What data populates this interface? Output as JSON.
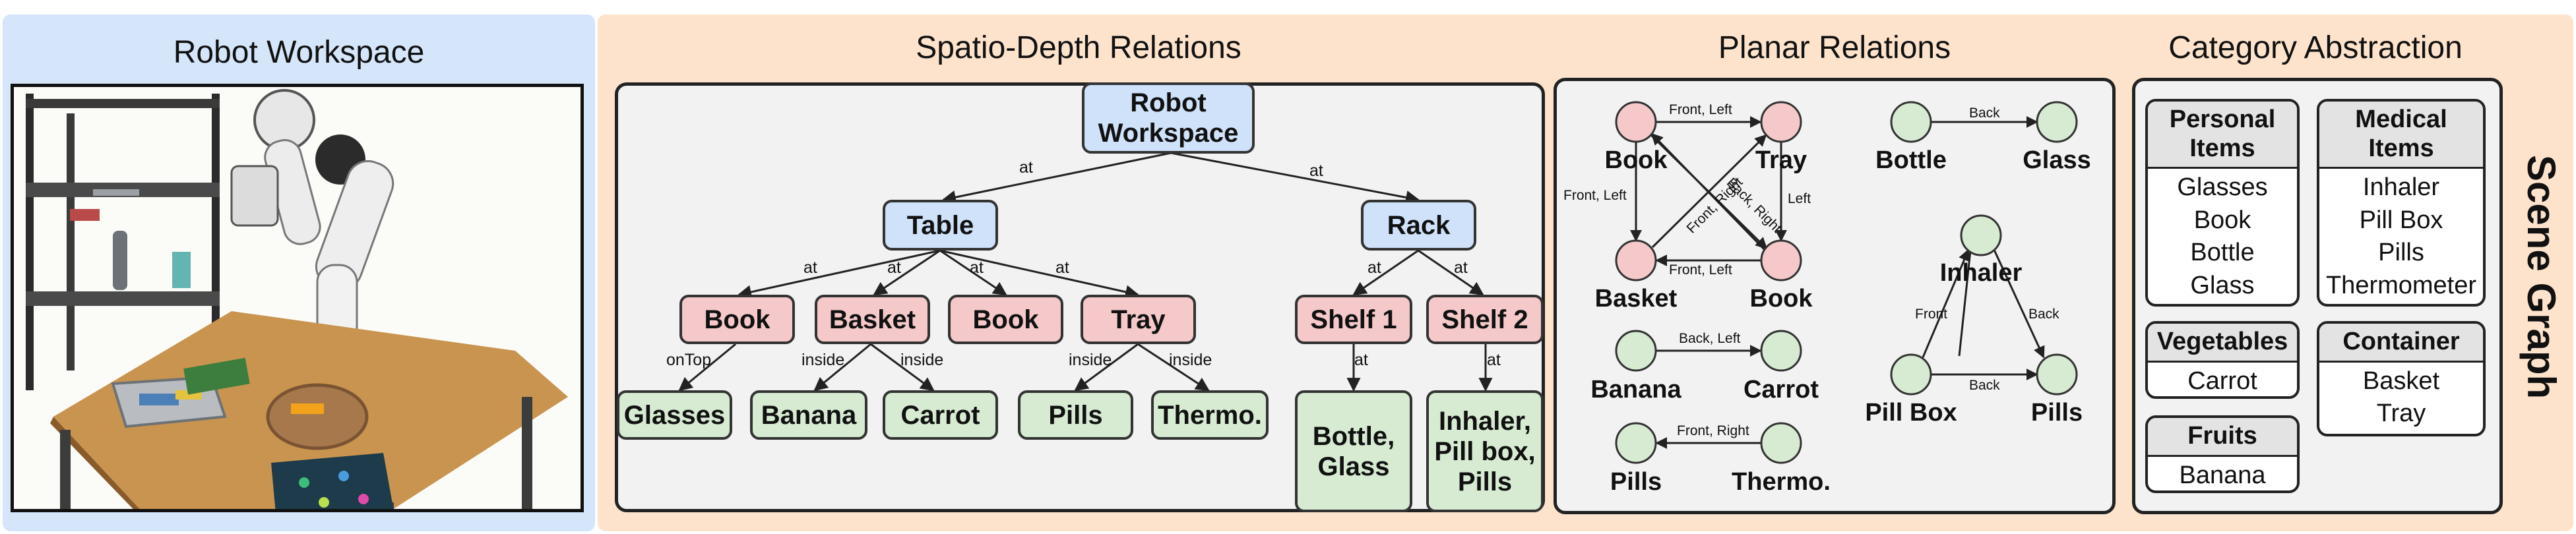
{
  "panels": {
    "workspace_title": "Robot Workspace",
    "spatio_title": "Spatio-Depth Relations",
    "planar_title": "Planar Relations",
    "category_title": "Category Abstraction",
    "side_label": "Scene Graph"
  },
  "tree": {
    "root": "Robot Workspace",
    "table": "Table",
    "rack": "Rack",
    "book1": "Book",
    "basket": "Basket",
    "book2": "Book",
    "tray": "Tray",
    "shelf1": "Shelf 1",
    "shelf2": "Shelf 2",
    "glasses": "Glasses",
    "banana": "Banana",
    "carrot": "Carrot",
    "pills": "Pills",
    "thermo": "Thermo.",
    "bottle_glass": "Bottle, Glass",
    "inhaler_pillbox_pills": "Inhaler, Pill box, Pills",
    "edge_at": "at",
    "edge_ontop": "onTop",
    "edge_inside": "inside"
  },
  "planar": {
    "labels": {
      "book_a": "Book",
      "tray": "Tray",
      "basket": "Basket",
      "book_b": "Book",
      "bottle": "Bottle",
      "glass": "Glass",
      "inhaler": "Inhaler",
      "pill_box": "Pill Box",
      "pills_a": "Pills",
      "banana": "Banana",
      "carrot": "Carrot",
      "pills_b": "Pills",
      "thermo": "Thermo."
    },
    "edges": {
      "front_left": "Front, Left",
      "front_right": "Front, Right",
      "back_right": "Back, Right",
      "left": "Left",
      "back": "Back",
      "back_left": "Back, Left",
      "front": "Front"
    },
    "colors": {
      "red_node": "#f5c9c9",
      "green_node": "#d6ebd2"
    }
  },
  "categories": [
    {
      "title": "Personal Items",
      "items": [
        "Glasses",
        "Book",
        "Bottle",
        "Glass"
      ]
    },
    {
      "title": "Medical Items",
      "items": [
        "Inhaler",
        "Pill Box",
        "Pills",
        "Thermometer"
      ]
    },
    {
      "title": "Vegetables",
      "items": [
        "Carrot"
      ]
    },
    {
      "title": "Container",
      "items": [
        "Basket",
        "Tray"
      ]
    },
    {
      "title": "Fruits",
      "items": [
        "Banana"
      ]
    }
  ]
}
